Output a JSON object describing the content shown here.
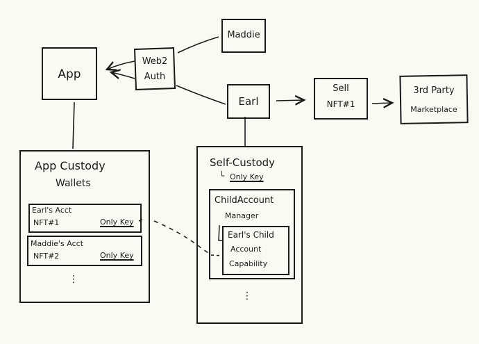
{
  "diagram": {
    "nodes": {
      "app": {
        "label": "App"
      },
      "web2_auth": {
        "line1": "Web2",
        "line2": "Auth"
      },
      "maddie": {
        "label": "Maddie"
      },
      "earl": {
        "label": "Earl"
      },
      "sell_nft": {
        "line1": "Sell",
        "line2": "NFT#1"
      },
      "marketplace": {
        "line1": "3rd Party",
        "line2": "Marketplace"
      },
      "app_custody": {
        "title_line1": "App Custody",
        "title_line2": "Wallets",
        "accounts": [
          {
            "name": "Earl's Acct",
            "nft": "NFT#1",
            "key": "Only Key"
          },
          {
            "name": "Maddie's Acct",
            "nft": "NFT#2",
            "key": "Only Key"
          }
        ],
        "more": "⋮"
      },
      "self_custody": {
        "title": "Self-Custody",
        "key_prefix": "└",
        "key": "Only Key",
        "manager_line1": "ChildAccount",
        "manager_line2": "Manager",
        "capability_line1": "Earl's Child",
        "capability_line2": "Account",
        "capability_line3": "Capability",
        "more": "⋮"
      }
    },
    "edges": [
      {
        "from": "web2_auth",
        "to": "app",
        "style": "arrow"
      },
      {
        "from": "maddie",
        "to": "web2_auth",
        "style": "line"
      },
      {
        "from": "earl",
        "to": "web2_auth",
        "style": "line"
      },
      {
        "from": "earl",
        "to": "sell_nft",
        "style": "arrow"
      },
      {
        "from": "sell_nft",
        "to": "marketplace",
        "style": "arrow"
      },
      {
        "from": "app",
        "to": "app_custody",
        "style": "line"
      },
      {
        "from": "earl",
        "to": "self_custody",
        "style": "line"
      },
      {
        "from": "earls_acct_key",
        "to": "earls_child_capability",
        "style": "dashed"
      }
    ]
  }
}
